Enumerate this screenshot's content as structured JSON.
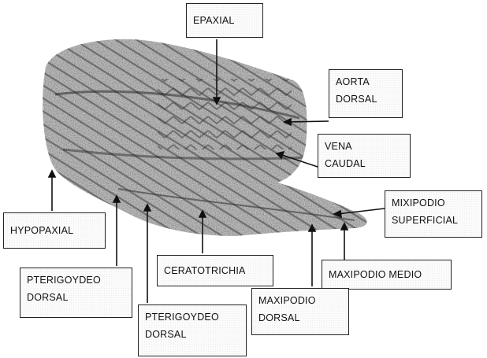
{
  "labels": {
    "epaxial": "EPAXIAL",
    "aorta_dorsal": [
      "AORTA",
      "DORSAL"
    ],
    "vena_caudal": [
      "VENA",
      "CAUDAL"
    ],
    "mixipodio_superficial": [
      "MIXIPODIO",
      "SUPERFICIAL"
    ],
    "hypopaxial": "HYPOPAXIAL",
    "pterigoydeo_dorsal_left": [
      "PTERIGOYDEO",
      "DORSAL"
    ],
    "ceratotrichia": "CERATOTRICHIA",
    "maxipodio_medio": "MAXIPODIO MEDIO",
    "maxipodio_dorsal": [
      "MAXIPODIO",
      "DORSAL"
    ],
    "pterigoydeo_dorsal_bottom": [
      "PTERIGOYDEO",
      "DORSAL"
    ]
  },
  "colors": {
    "specimen_dark": "#3a3a3a",
    "specimen_light": "#9a9a9a",
    "leader_line": "#111111",
    "label_border": "#222222"
  }
}
